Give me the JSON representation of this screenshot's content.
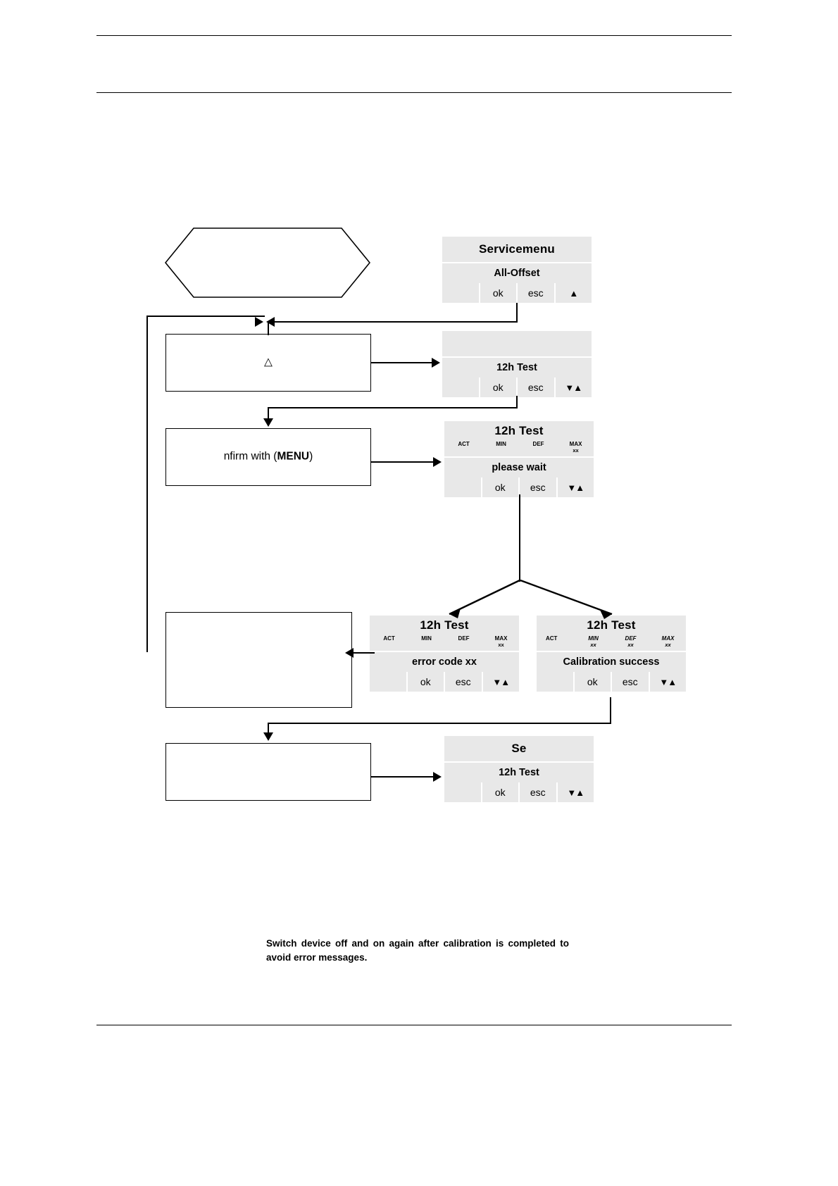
{
  "document": {
    "note": "Switch device off and on again after calibration is completed to avoid error messages."
  },
  "flow": {
    "start_shape": {
      "label": ""
    },
    "boxes": [
      {
        "name": "warning-box",
        "label": "△"
      },
      {
        "name": "confirm-box",
        "label": "nfirm with (MENU)"
      },
      {
        "name": "error-handling-box",
        "label": ""
      },
      {
        "name": "final-box",
        "label": ""
      }
    ]
  },
  "displays": [
    {
      "name": "servicemenu-display",
      "title": "Servicemenu",
      "message": "All-Offset",
      "buttons": [
        "",
        "ok",
        "esc",
        "▲"
      ]
    },
    {
      "name": "12h-test-display",
      "title": "",
      "message": "12h Test",
      "buttons": [
        "",
        "ok",
        "esc",
        "▼▲"
      ]
    },
    {
      "name": "please-wait-display",
      "title": "12h Test",
      "columns": [
        {
          "label": "ACT",
          "value": ""
        },
        {
          "label": "MIN",
          "value": ""
        },
        {
          "label": "DEF",
          "value": ""
        },
        {
          "label": "MAX",
          "value": "xx"
        }
      ],
      "message": "please wait",
      "buttons": [
        "",
        "ok",
        "esc",
        "▼▲"
      ]
    },
    {
      "name": "error-code-display",
      "title": "12h Test",
      "columns": [
        {
          "label": "ACT",
          "value": ""
        },
        {
          "label": "MIN",
          "value": ""
        },
        {
          "label": "DEF",
          "value": ""
        },
        {
          "label": "MAX",
          "value": "xx"
        }
      ],
      "message": "error code xx",
      "buttons": [
        "",
        "ok",
        "esc",
        "▼▲"
      ]
    },
    {
      "name": "calibration-success-display",
      "title": "12h Test",
      "columns": [
        {
          "label": "ACT",
          "value": ""
        },
        {
          "label": "MIN",
          "value": "xx"
        },
        {
          "label": "DEF",
          "value": "xx"
        },
        {
          "label": "MAX",
          "value": "xx"
        }
      ],
      "message": "Calibration success",
      "buttons": [
        "",
        "ok",
        "esc",
        "▼▲"
      ]
    },
    {
      "name": "service-exit-display",
      "title": "Se",
      "message": "12h Test",
      "buttons": [
        "",
        "ok",
        "esc",
        "▼▲"
      ]
    }
  ]
}
